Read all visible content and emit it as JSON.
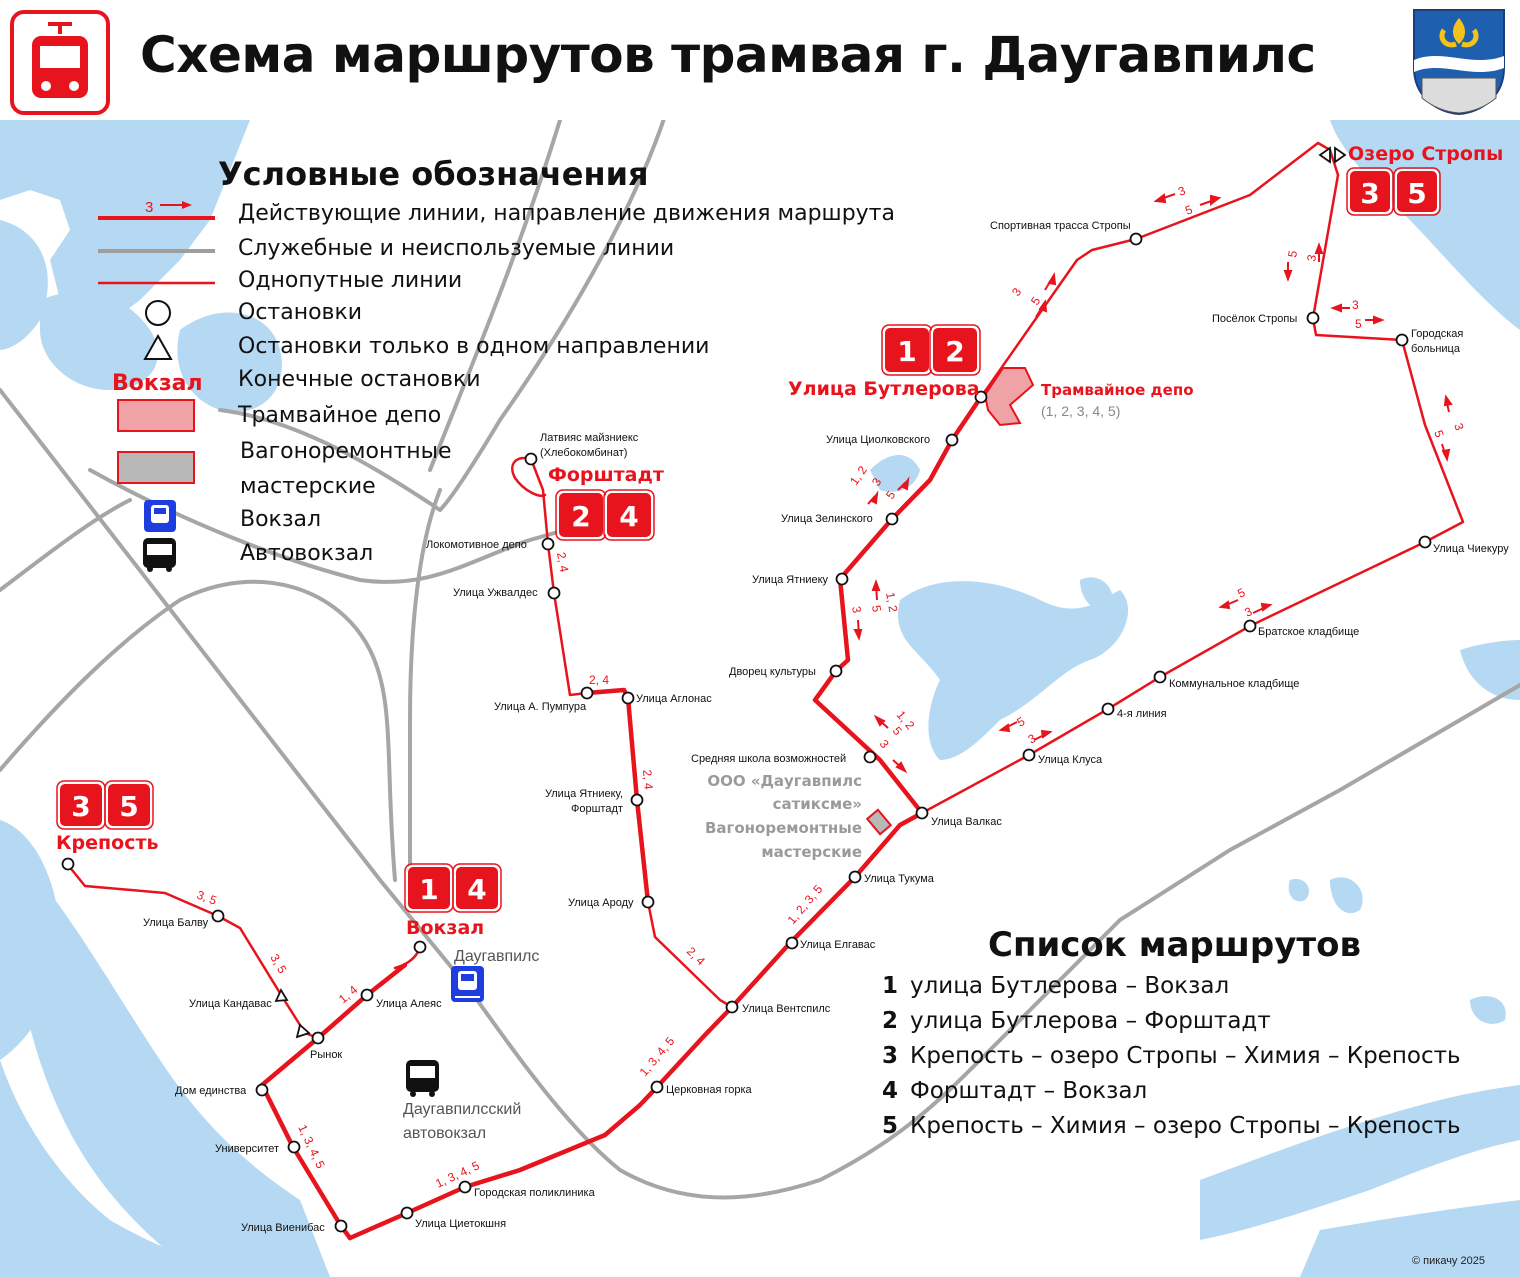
{
  "header": {
    "title": "Схема маршрутов трамвая г. Даугавпилс",
    "logo_icon": "tram-icon",
    "coat_icon": "coat-of-arms-icon"
  },
  "legend": {
    "title": "Условные обозначения",
    "items": [
      "Действующие линии, направление движения маршрута",
      "Служебные и неиспользуемые линии",
      "Однопутные линии",
      "Остановки",
      "Остановки только в одном направлении",
      "Конечные остановки",
      "Трамвайное депо",
      "Вагоноремонтные",
      "мастерские",
      "Вокзал",
      "Автовокзал"
    ],
    "arrow_sample": "3",
    "terminal_sample": "Вокзал"
  },
  "routes_list": {
    "title": "Список маршрутов",
    "items": [
      {
        "num": "1",
        "text": "улица Бутлерова – Вокзал"
      },
      {
        "num": "2",
        "text": "улица Бутлерова – Форштадт"
      },
      {
        "num": "3",
        "text": "Крепость – озеро Стропы – Химия – Крепость"
      },
      {
        "num": "4",
        "text": "Форштадт – Вокзал"
      },
      {
        "num": "5",
        "text": "Крепость – Химия – озеро Стропы – Крепость"
      }
    ]
  },
  "terminals": {
    "butlerova": {
      "name": "Улица Бутлерова",
      "routes": [
        "1",
        "2"
      ]
    },
    "forshtadt": {
      "name": "Форштадт",
      "routes": [
        "2",
        "4"
      ]
    },
    "stropy": {
      "name": "Озеро Стропы",
      "routes": [
        "3",
        "5"
      ]
    },
    "krepost": {
      "name": "Крепость",
      "routes": [
        "3",
        "5"
      ]
    },
    "vokzal": {
      "name": "Вокзал",
      "routes": [
        "1",
        "4"
      ]
    }
  },
  "depot": {
    "name": "Трамвайное депо",
    "routes": "(1, 2, 3, 4, 5)"
  },
  "workshop": {
    "lines": [
      "ООО «Даугавпилс",
      "сатиксме»",
      "Вагоноремонтные",
      "мастерские"
    ]
  },
  "station": {
    "name": "Даугавпилс"
  },
  "bus_station": {
    "lines": [
      "Даугавпилсский",
      "автовокзал"
    ]
  },
  "stops": [
    {
      "name": "Спортивная трасса Стропы"
    },
    {
      "name": "Посёлок Стропы"
    },
    {
      "name": "Городская"
    },
    {
      "name": "больница"
    },
    {
      "name": "Улица Чиекуру"
    },
    {
      "name": "Братское кладбище"
    },
    {
      "name": "Коммунальное кладбище"
    },
    {
      "name": "4-я линия"
    },
    {
      "name": "Улица Клуса"
    },
    {
      "name": "Улица Валкас"
    },
    {
      "name": "Улица Тукума"
    },
    {
      "name": "Улица Елгавас"
    },
    {
      "name": "Улица Вентспилс"
    },
    {
      "name": "Церковная горка"
    },
    {
      "name": "Городская поликлиника"
    },
    {
      "name": "Улица Циетокшня"
    },
    {
      "name": "Улица Виенибас"
    },
    {
      "name": "Университет"
    },
    {
      "name": "Дом единства"
    },
    {
      "name": "Рынок"
    },
    {
      "name": "Улица Алеяс"
    },
    {
      "name": "Улица Кандавас"
    },
    {
      "name": "Улица Балву"
    },
    {
      "name": "Улица Циолковского"
    },
    {
      "name": "Улица Зелинского"
    },
    {
      "name": "Улица Ятниеку"
    },
    {
      "name": "Дворец культуры"
    },
    {
      "name": "Средняя школа возможностей"
    },
    {
      "name": "Латвияс майзниекс"
    },
    {
      "name": "(Хлебокомбинат)"
    },
    {
      "name": "Локомотивное депо"
    },
    {
      "name": "Улица Ужвалдес"
    },
    {
      "name": "Улица А. Пумпура"
    },
    {
      "name": "Улица Аглонас"
    },
    {
      "name": "Улица Ятниеку,"
    },
    {
      "name": "Форштадт"
    },
    {
      "name": "Улица Ароду"
    }
  ],
  "route_tags": [
    "3",
    "5",
    "1, 2",
    "2, 4",
    "3, 5",
    "1, 4",
    "1, 3, 4, 5",
    "1, 2, 3, 5",
    "3",
    "5"
  ],
  "copyright": "© пикачу 2025",
  "colors": {
    "route": "#e8141d",
    "service": "#9e9e9e",
    "water": "#b5d8f3",
    "depot": "#f0a3a6",
    "workshop": "#b8b8b8",
    "rail_blue": "#1e3de0"
  }
}
